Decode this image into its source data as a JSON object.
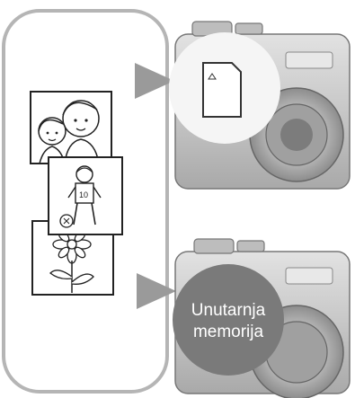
{
  "internal_memory": {
    "line1": "Unutarnja",
    "line2": "memorija"
  },
  "colors": {
    "panel_stroke": "#b5b5b5",
    "arrow": "#9a9a9a",
    "camera_body": "#c9c9c9",
    "highlight_memory_card": "#f5f5f5",
    "highlight_internal_memory": "#7a7a7a",
    "label_text": "#ffffff"
  },
  "icons": {
    "images_panel": "photo-stack",
    "memory_card": "memory-card-icon",
    "camera_top": "digital-camera-icon",
    "camera_bottom": "digital-camera-icon"
  }
}
